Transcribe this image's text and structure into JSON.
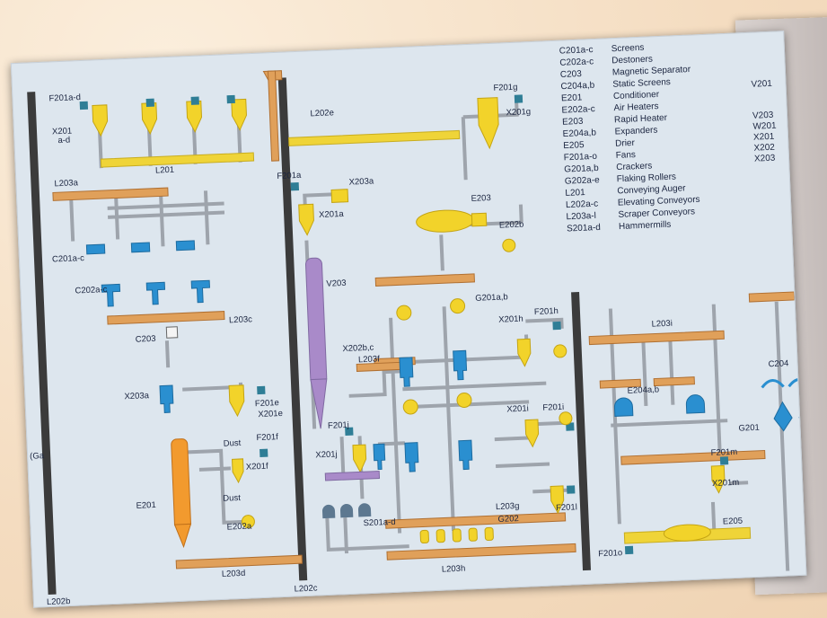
{
  "legend": [
    {
      "code": "C201a-c",
      "desc": "Screens"
    },
    {
      "code": "C202a-c",
      "desc": "Destoners"
    },
    {
      "code": "C203",
      "desc": "Magnetic Separator"
    },
    {
      "code": "C204a,b",
      "desc": "Static Screens"
    },
    {
      "code": "E201",
      "desc": "Conditioner"
    },
    {
      "code": "E202a-c",
      "desc": "Air Heaters"
    },
    {
      "code": "E203",
      "desc": "Rapid Heater"
    },
    {
      "code": "E204a,b",
      "desc": "Expanders"
    },
    {
      "code": "E205",
      "desc": "Drier"
    },
    {
      "code": "F201a-o",
      "desc": "Fans"
    },
    {
      "code": "G201a,b",
      "desc": "Crackers"
    },
    {
      "code": "G202a-e",
      "desc": "Flaking Rollers"
    },
    {
      "code": "L201",
      "desc": "Conveying Auger"
    },
    {
      "code": "L202a-c",
      "desc": "Elevating Conveyors"
    },
    {
      "code": "L203a-l",
      "desc": "Scraper Conveyors"
    },
    {
      "code": "S201a-d",
      "desc": "Hammermills"
    }
  ],
  "side_legend": [
    "V201",
    "V203",
    "W201",
    "X201",
    "X202",
    "X203"
  ],
  "labels": {
    "f201a_d": "F201a-d",
    "x201a_d": "X201",
    "x201a_d2": "a-d",
    "l203a": "L203a",
    "l201": "L201",
    "c201a_c": "C201a-c",
    "c202a_c": "C202a-c",
    "l203c": "L203c",
    "c203": "C203",
    "x203a": "X203a",
    "f201e": "F201e",
    "x201e": "X201e",
    "dust1": "Dust",
    "f201f": "F201f",
    "x201f": "X201f",
    "e201": "E201",
    "dust2": "Dust",
    "e202a": "E202a",
    "l203d": "L203d",
    "l202b": "L202b",
    "ga": "(Ga",
    "l202e": "L202e",
    "l202c": "L202c",
    "f201a": "F201a",
    "x203a2": "X203a",
    "x201a": "X201a",
    "v203": "V203",
    "f201j": "F201j",
    "x201j": "X201j",
    "s201a_d": "S201a-d",
    "f201g": "F201g",
    "x201g": "X201g",
    "e203": "E203",
    "e202b": "E202b",
    "g201a_b": "G201a,b",
    "x202b_c": "X202b,c",
    "l203f": "L203f",
    "x201h": "X201h",
    "f201h": "F201h",
    "x201i": "X201i",
    "f201i": "F201i",
    "l203g": "L203g",
    "g202": "G202",
    "f201l": "F201l",
    "l203h": "L203h",
    "l203i": "L203i",
    "e204a_b": "E204a,b",
    "g201": "G201",
    "f201m": "F201m",
    "x201m": "X201m",
    "e205": "E205",
    "f201o": "F201o",
    "c204": "C204"
  },
  "colors": {
    "conveyor": "#e0a05a",
    "pipe": "#9aa0a8",
    "elevator": "#3a3a3a",
    "cyclone": "#f2d32a",
    "fan": "#2f7e96",
    "blue_unit": "#2a8fd0",
    "conditioner": "#f29a2e",
    "vessel": "#a98ac9",
    "sheet": "#dde6ee"
  }
}
